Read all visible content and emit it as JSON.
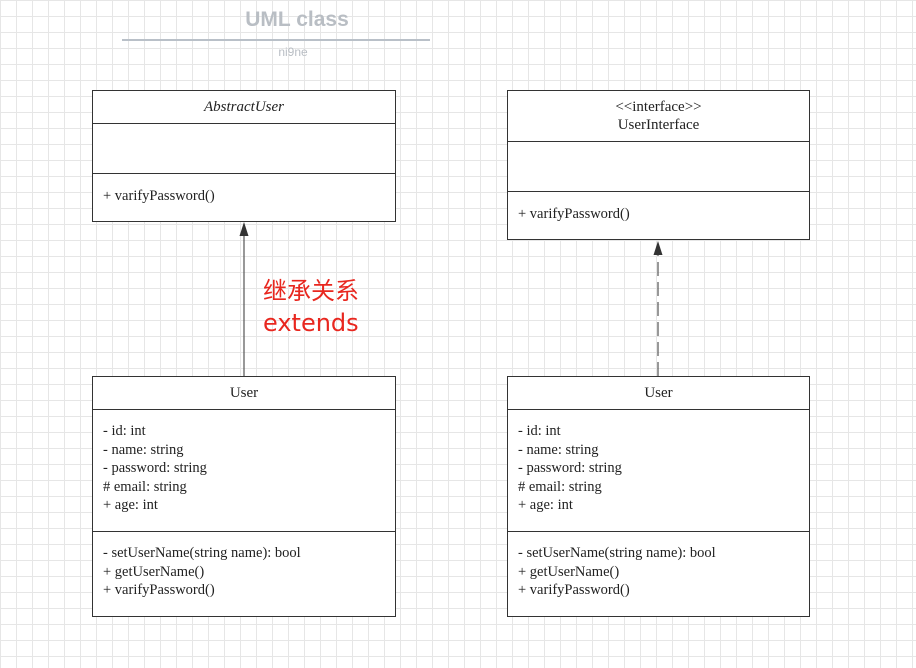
{
  "diagram": {
    "title": "UML class",
    "author": "ni9ne"
  },
  "classes": {
    "abstract_user": {
      "name": "AbstractUser",
      "attributes": [],
      "methods": [
        "+ varifyPassword()"
      ]
    },
    "user_interface": {
      "stereotype": "<<interface>>",
      "name": "UserInterface",
      "attributes": [],
      "methods": [
        "+ varifyPassword()"
      ]
    },
    "user_left": {
      "name": "User",
      "attributes": [
        "- id: int",
        "- name: string",
        "- password: string",
        "# email: string",
        "+ age: int"
      ],
      "methods": [
        "- setUserName(string name): bool",
        "+ getUserName()",
        "+ varifyPassword()"
      ]
    },
    "user_right": {
      "name": "User",
      "attributes": [
        "- id: int",
        "- name: string",
        "- password: string",
        "# email: string",
        "+ age: int"
      ],
      "methods": [
        "- setUserName(string name): bool",
        "+ getUserName()",
        "+ varifyPassword()"
      ]
    }
  },
  "relations": [
    {
      "from": "user_left",
      "to": "abstract_user",
      "type": "inheritance"
    },
    {
      "from": "user_right",
      "to": "user_interface",
      "type": "realization"
    }
  ],
  "annotation": {
    "line1": "继承关系",
    "line2": "extends",
    "color": "#e8271f"
  }
}
